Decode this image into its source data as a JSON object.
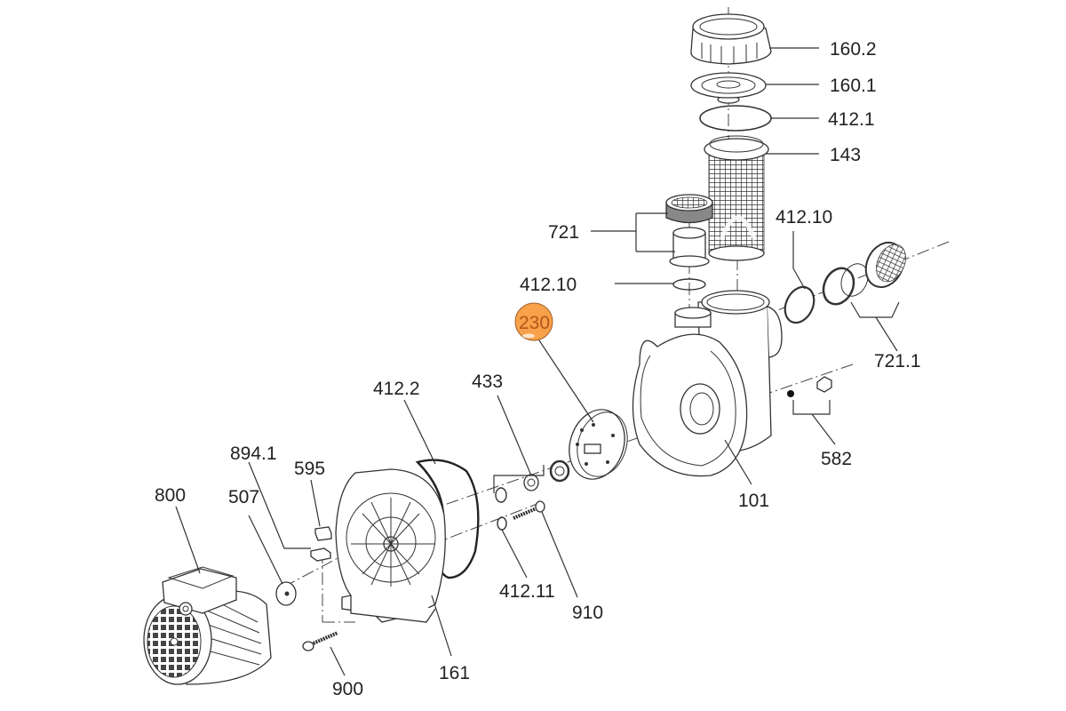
{
  "diagram": {
    "type": "exploded parts view",
    "subject": "pool pump",
    "highlight_color": "#f7a14a",
    "highlighted_part": "230",
    "parts": [
      {
        "id": "160.2",
        "desc": "strainer lid ring"
      },
      {
        "id": "160.1",
        "desc": "strainer cover"
      },
      {
        "id": "412.1",
        "desc": "o-ring"
      },
      {
        "id": "143",
        "desc": "strainer basket"
      },
      {
        "id": "721",
        "desc": "union connector"
      },
      {
        "id": "412.10",
        "desc": "o-ring (union)"
      },
      {
        "id": "412.10",
        "desc": "o-ring (discharge union)"
      },
      {
        "id": "721.1",
        "desc": "union connector"
      },
      {
        "id": "230",
        "desc": "impeller"
      },
      {
        "id": "101",
        "desc": "pump housing"
      },
      {
        "id": "582",
        "desc": "drain plug"
      },
      {
        "id": "433",
        "desc": "mechanical seal"
      },
      {
        "id": "412.2",
        "desc": "housing o-ring"
      },
      {
        "id": "894.1",
        "desc": "spacer"
      },
      {
        "id": "595",
        "desc": "bumper"
      },
      {
        "id": "800",
        "desc": "motor"
      },
      {
        "id": "507",
        "desc": "splash ring"
      },
      {
        "id": "412.11",
        "desc": "o-ring"
      },
      {
        "id": "910",
        "desc": "screw"
      },
      {
        "id": "161",
        "desc": "seal plate"
      },
      {
        "id": "900",
        "desc": "screw"
      }
    ],
    "labels": {
      "l1602": "160.2",
      "l1601": "160.1",
      "l4121": "412.1",
      "l143": "143",
      "l721": "721",
      "l41210a": "412.10",
      "l41210b": "412.10",
      "l7211": "721.1",
      "l230": "230",
      "l101": "101",
      "l582": "582",
      "l433": "433",
      "l4122": "412.2",
      "l8941": "894.1",
      "l595": "595",
      "l800": "800",
      "l507": "507",
      "l41211": "412.11",
      "l910": "910",
      "l161": "161",
      "l900": "900"
    }
  }
}
